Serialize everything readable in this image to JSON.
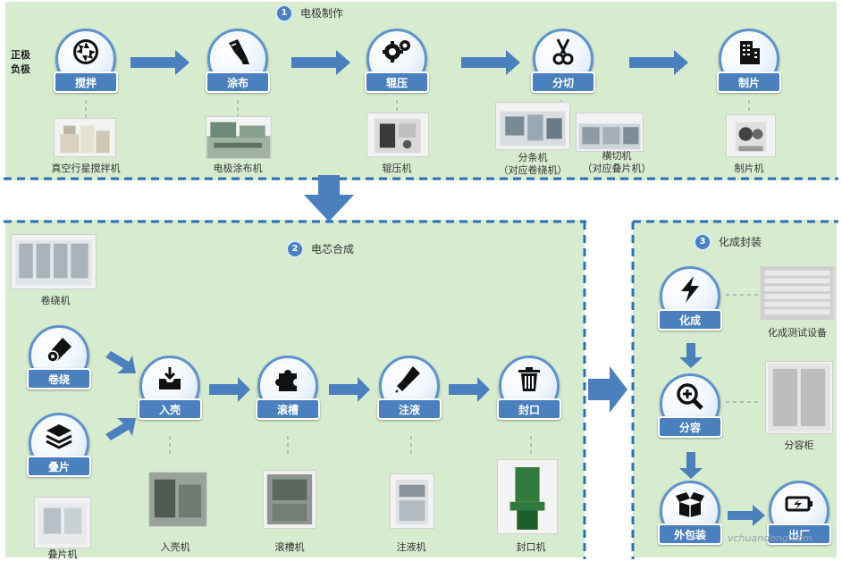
{
  "sections": {
    "electrode": {
      "num": "1",
      "title": "电极制作"
    },
    "core": {
      "num": "2",
      "title": "电芯合成"
    },
    "formation": {
      "num": "3",
      "title": "化成封装"
    }
  },
  "pole_labels": [
    "正极",
    "负极"
  ],
  "nodes": {
    "stir": {
      "label": "搅拌",
      "icon": "aperture-icon"
    },
    "coat": {
      "label": "涂布",
      "icon": "paint-brush-icon"
    },
    "roll": {
      "label": "辊压",
      "icon": "gears-icon"
    },
    "slit": {
      "label": "分切",
      "icon": "scissors-icon"
    },
    "tab": {
      "label": "制片",
      "icon": "building-icon"
    },
    "wind": {
      "label": "卷绕",
      "icon": "roll-icon"
    },
    "stack": {
      "label": "叠片",
      "icon": "layers-icon"
    },
    "case": {
      "label": "入壳",
      "icon": "inbox-icon"
    },
    "groove": {
      "label": "滚槽",
      "icon": "puzzle-icon"
    },
    "fill": {
      "label": "注液",
      "icon": "syringe-icon"
    },
    "seal": {
      "label": "封口",
      "icon": "trash-can-icon"
    },
    "form": {
      "label": "化成",
      "icon": "lightning-icon"
    },
    "grade": {
      "label": "分容",
      "icon": "magnifier-icon"
    },
    "pack": {
      "label": "外包装",
      "icon": "open-box-icon"
    },
    "ship": {
      "label": "出厂",
      "icon": "battery-icon"
    }
  },
  "machines": {
    "stir": "真空行星搅拌机",
    "coat": "电极涂布机",
    "roll": "辊压机",
    "slit_strip": [
      "分条机",
      "（对应卷绕机）"
    ],
    "slit_cross": [
      "横切机",
      "（对应叠片机）"
    ],
    "tab": "制片机",
    "wind": "卷绕机",
    "stack": "叠片机",
    "case": "入壳机",
    "groove": "滚槽机",
    "fill": "注液机",
    "seal": "封口机",
    "form": "化成测试设备",
    "grade": "分容柜"
  },
  "watermark": "vchuandong.com",
  "colors": {
    "panel": "#d7ebcf",
    "node_border": "#5d92cc",
    "plate": "#4a80bd",
    "arrow": "#4a80bd",
    "dash": "#2f6fb5"
  }
}
